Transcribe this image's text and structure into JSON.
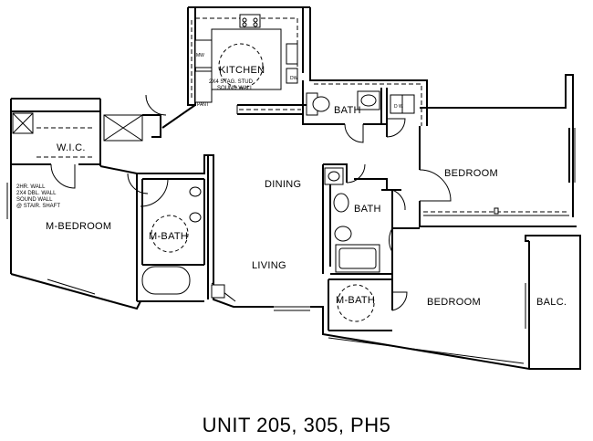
{
  "plan": {
    "title": "UNIT 205, 305, PH5",
    "rooms": {
      "kitchen": "KITCHEN",
      "bath_upper": "BATH",
      "bath_mid": "BATH",
      "bedroom_upper": "BEDROOM",
      "bedroom_lower": "BEDROOM",
      "wic": "W.I.C.",
      "m_bedroom": "M-BEDROOM",
      "m_bath": "M-BATH",
      "m_bath_small": "M-BATH",
      "dining": "DINING",
      "living": "LIVING",
      "balcony": "BALC."
    },
    "notes": {
      "kitchen_wall_1": "2X4 STAG. STUD",
      "kitchen_wall_2": "SOUND WALL",
      "mbed_wall_1": "2HR. WALL",
      "mbed_wall_2": "2X4 DBL. WALL",
      "mbed_wall_3": "SOUND WALL",
      "mbed_wall_4": "@ STAIR. SHAFT",
      "appliance_mw": "MW",
      "appliance_pant": "PANT",
      "appliance_dw": "DW",
      "laundry": "D  W"
    }
  }
}
